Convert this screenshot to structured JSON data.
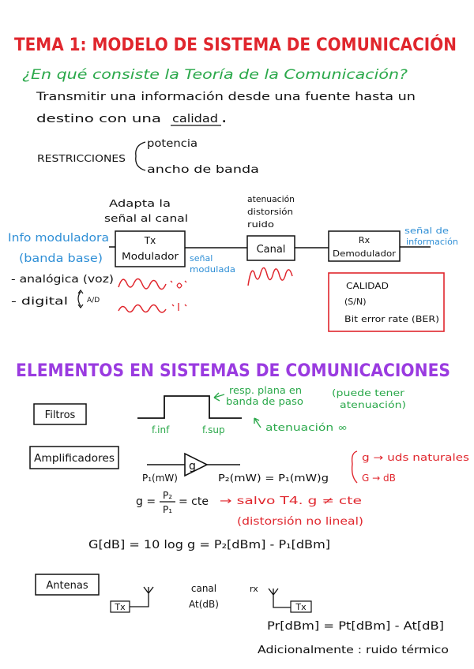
{
  "title": "TEMA 1: MODELO DE SISTEMA DE COMUNICACIÓN",
  "question": "¿En qué consiste la Teoría de la Comunicación?",
  "answer_line1": "Transmitir una información desde una fuente hasta un",
  "answer_line2_prefix": "destino con una",
  "answer_line2_underlined": "calidad",
  "answer_line2_suffix": ".",
  "restrictions": {
    "label": "RESTRICCIONES",
    "items": [
      "potencia",
      "ancho de banda"
    ]
  },
  "diagram": {
    "tx_note_line1": "Adapta la",
    "tx_note_line2": "señal al canal",
    "channel_note": [
      "atenuación",
      "distorsión",
      "ruido"
    ],
    "info_line1": "Info moduladora",
    "info_line2": "(banda base)",
    "analog_label": "- analógica (voz)",
    "digital_label": "- digital",
    "ad_label": "A/D",
    "tx_box": [
      "Tx",
      "Modulador"
    ],
    "canal_box": "Canal",
    "rx_box": [
      "Rx",
      "Demodulador"
    ],
    "modulated_label": [
      "señal",
      "modulada"
    ],
    "output_label": [
      "señal de",
      "información"
    ],
    "quality_box": [
      "CALIDAD",
      "(S/N)",
      "Bit error rate (BER)"
    ]
  },
  "section2_title": "ELEMENTOS EN SISTEMAS DE COMUNICACIONES",
  "filters": {
    "label": "Filtros",
    "passband_note": [
      "resp. plana en",
      "banda de paso"
    ],
    "attenuation_note": [
      "(puede tener",
      "atenuación)"
    ],
    "f_inf": "f.inf",
    "f_sup": "f.sup",
    "stopband_note": "atenuación ∞"
  },
  "amplifiers": {
    "label": "Amplificadores",
    "gain_symbol": "g",
    "p1": "P₁(mW)",
    "p2_eq": "P₂(mW) = P₁(mW)g",
    "units": [
      "g → uds naturales",
      "G → dB"
    ],
    "ratio_lhs": "g =",
    "ratio_num": "P₂",
    "ratio_den": "P₁",
    "ratio_rhs": "= cte",
    "ratio_note": [
      "→ salvo T4. g ≠ cte",
      "(distorsión no lineal)"
    ],
    "db_formula": "G[dB] = 10 log g = P₂[dBm] - P₁[dBm]"
  },
  "antennas": {
    "label": "Antenas",
    "tx": "Tx",
    "channel": [
      "canal",
      "At(dB)"
    ],
    "rx_small": "rx",
    "formula": "Pr[dBm] = Pt[dBm] - At[dB]",
    "note": "Adicionalmente : ruido térmico"
  }
}
